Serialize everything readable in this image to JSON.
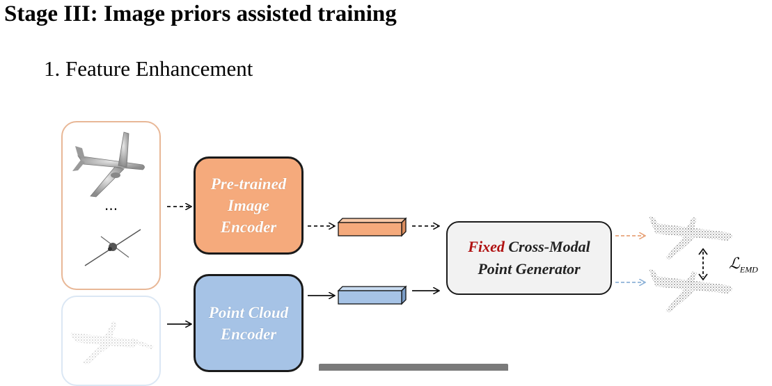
{
  "title": "Stage III: Image priors assisted training",
  "subtitle": "1. Feature Enhancement",
  "image_panel": {
    "ellipsis": "..."
  },
  "image_encoder": {
    "label": "Pre-trained\nImage\nEncoder"
  },
  "pc_encoder": {
    "label": "Point Cloud\nEncoder"
  },
  "generator": {
    "fixed_word": "Fixed",
    "rest": "Cross-Modal",
    "line2": "Point Generator"
  },
  "loss": {
    "symbol": "ℒ",
    "subscript": "EMD"
  },
  "colors": {
    "image_branch": "#f5aa7c",
    "point_branch": "#a6c3e6",
    "generator_fill": "#f2f2f2",
    "fixed_text": "#b01212",
    "image_arrow": "#e8a47a",
    "point_arrow": "#8fb3d8"
  },
  "icons": [
    "airplane-image-icon",
    "airplane-topview-icon",
    "airplane-pointcloud-icon"
  ]
}
